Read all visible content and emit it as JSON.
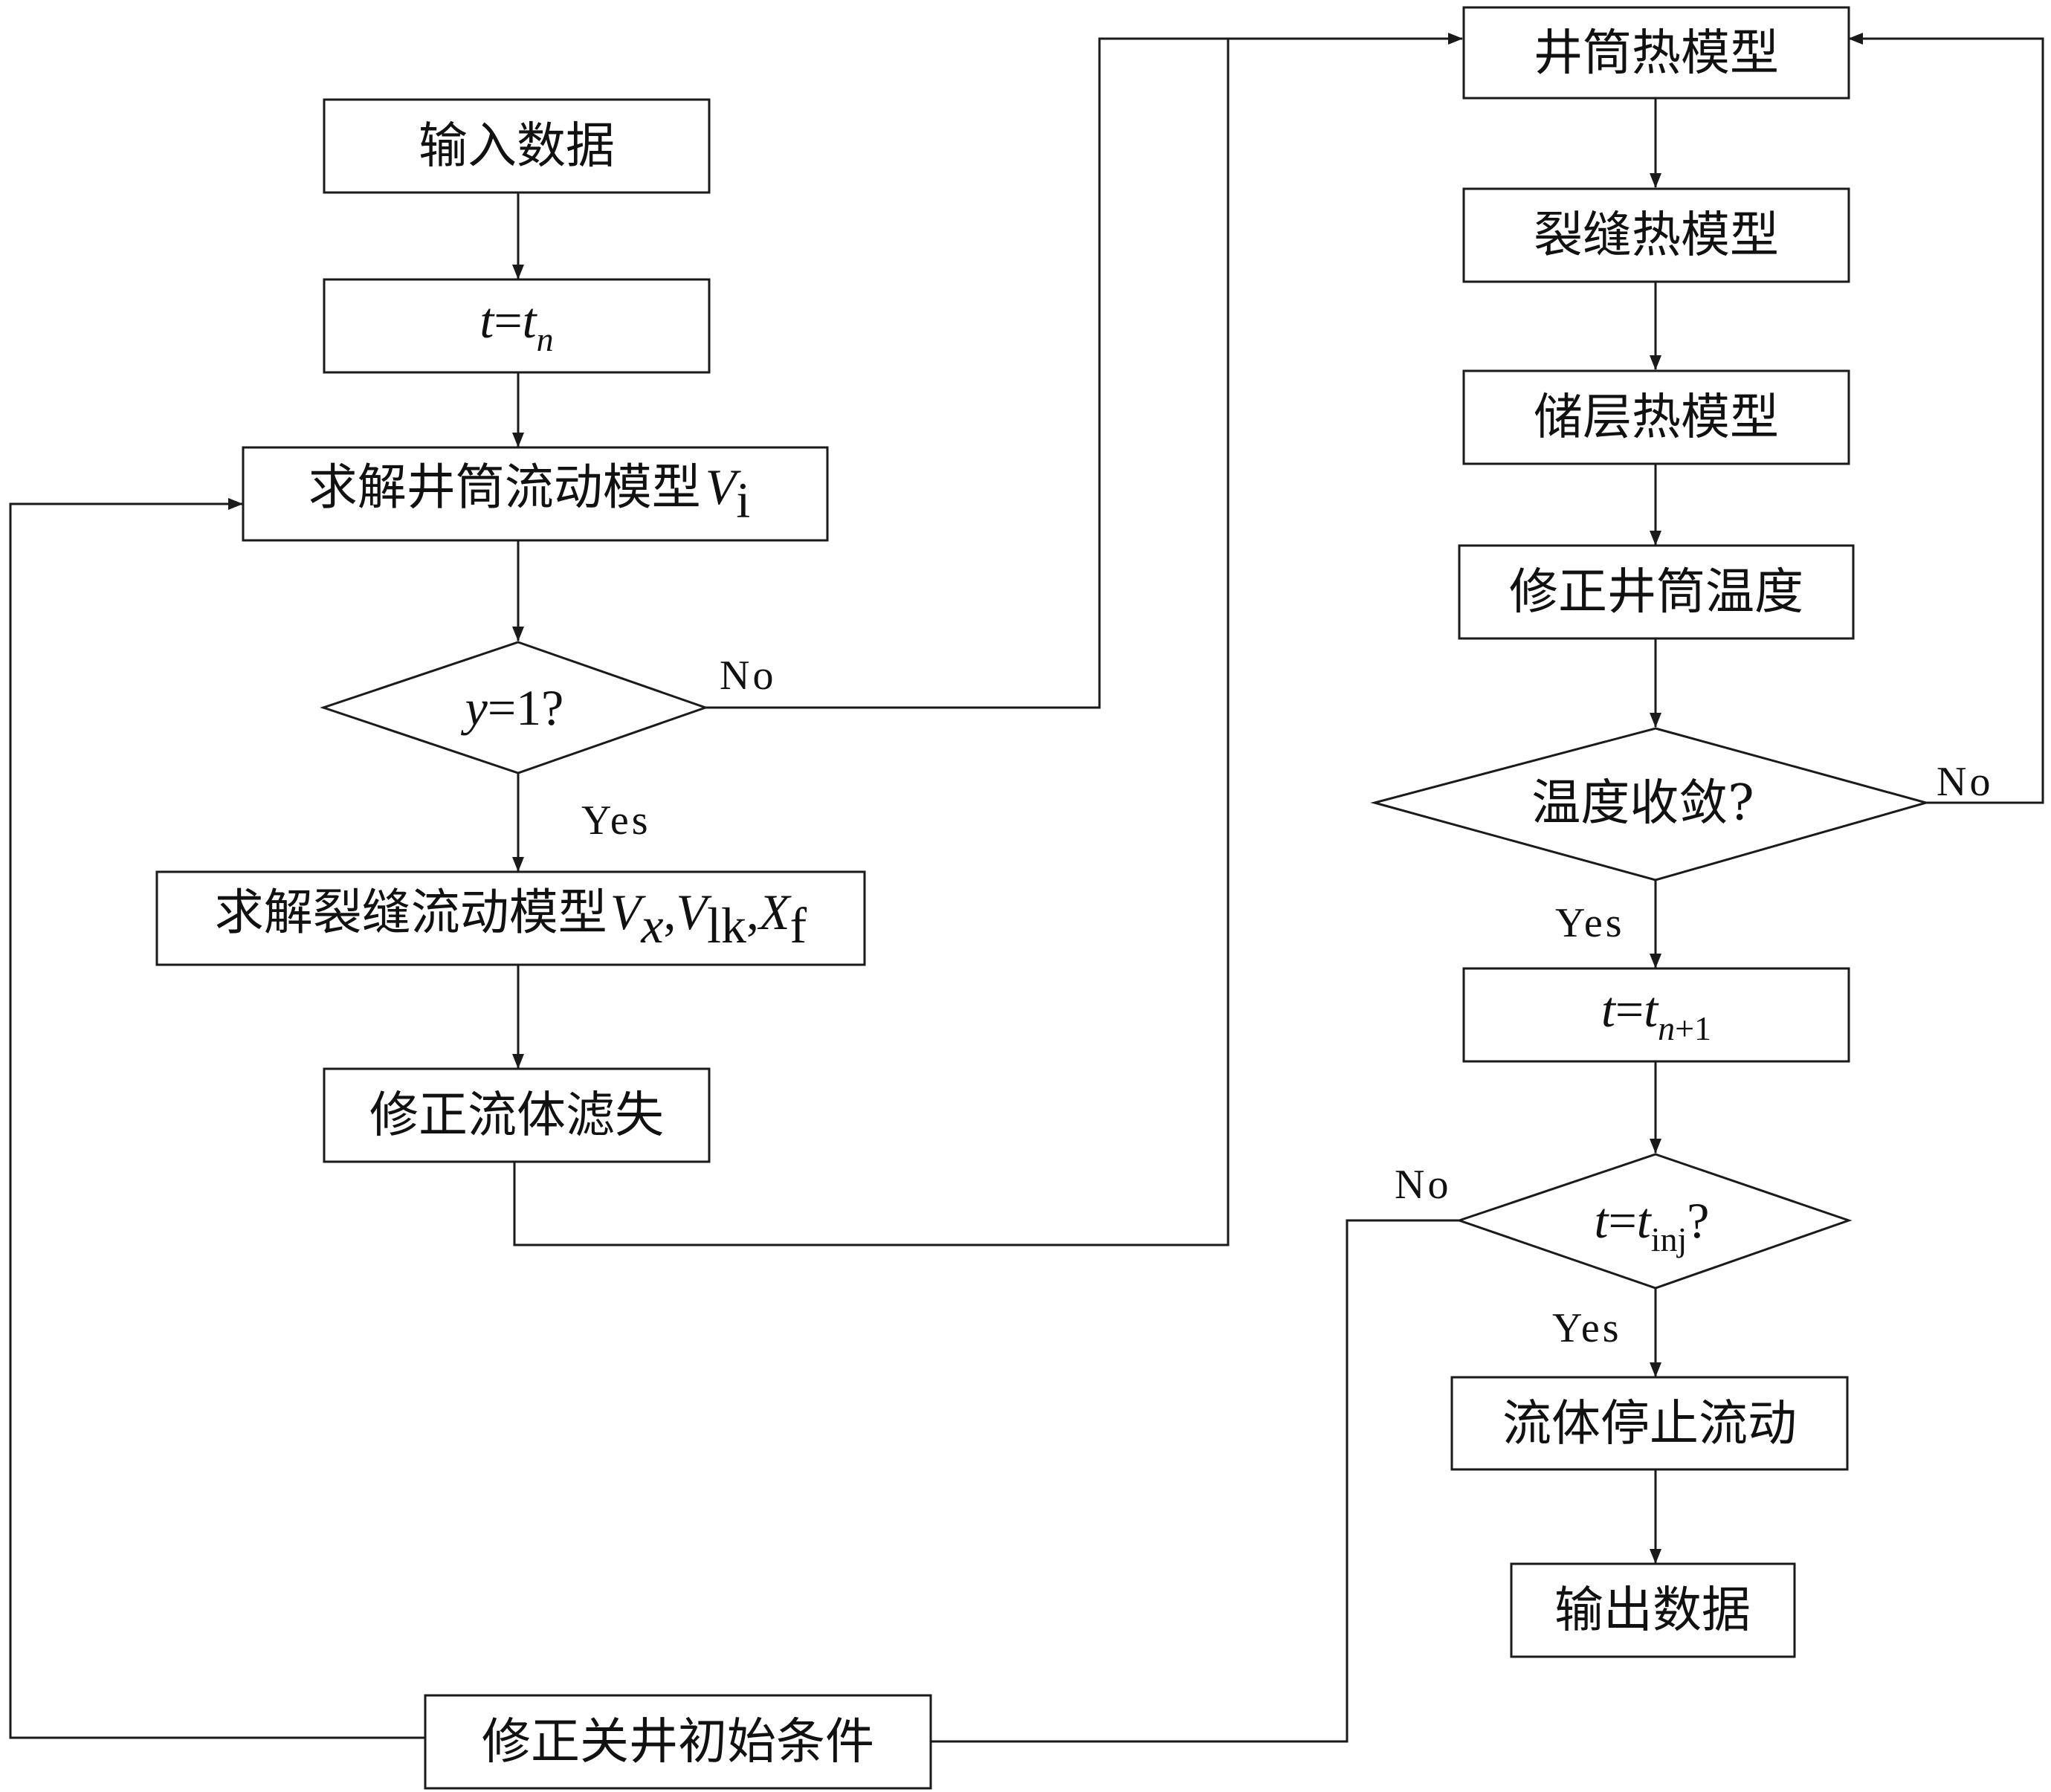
{
  "nodes": {
    "input_data": "输入数据",
    "t_eq_tn": {
      "t": "t",
      "eq": "=",
      "t2": "t",
      "sub": "n"
    },
    "solve_wellbore_flow": {
      "text": "求解井筒流动模型",
      "var": "V",
      "sub": "i"
    },
    "decision_y": {
      "var": "y",
      "rest": "=1?"
    },
    "solve_fracture_flow": {
      "text": "求解裂缝流动模型",
      "v1": "V",
      "v1_sub": "x",
      "comma1": ",",
      "v2": "V",
      "v2_sub": "lk",
      "comma2": ",",
      "v3": "X",
      "v3_sub": "f"
    },
    "correct_fluid_loss": "修正流体滤失",
    "wellbore_heat_model": "井筒热模型",
    "fracture_heat_model": "裂缝热模型",
    "reservoir_heat_model": "储层热模型",
    "correct_wellbore_temp": "修正井筒温度",
    "temp_converged": "温度收敛?",
    "t_eq_tn1": {
      "t": "t",
      "eq": "=",
      "t2": "t",
      "sub_n": "n",
      "sub_rest": "+1"
    },
    "decision_tinj": {
      "t": "t",
      "eq": "=",
      "t2": "t",
      "sub": "inj",
      "q": "?"
    },
    "fluid_stops": "流体停止流动",
    "output_data": "输出数据",
    "correct_shutin": "修正关井初始条件"
  },
  "labels": {
    "no_y": "No",
    "yes_y": "Yes",
    "no_temp": "No",
    "yes_temp": "Yes",
    "no_tinj": "No",
    "yes_tinj": "Yes"
  }
}
